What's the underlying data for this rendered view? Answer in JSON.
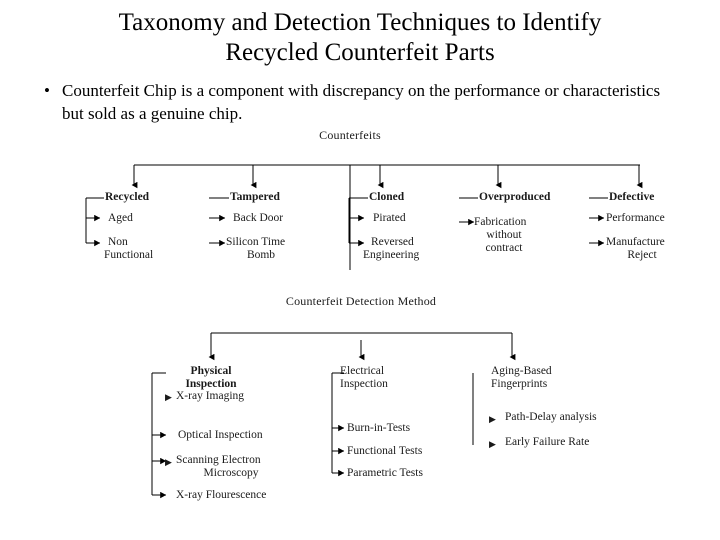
{
  "slide": {
    "title": "Taxonomy and Detection Techniques to Identify Recycled Counterfeit Parts",
    "title_line1": "Taxonomy and Detection Techniques to Identify",
    "title_line2": "Recycled Counterfeit Parts",
    "bullet_marker": "•",
    "bullet_text": "Counterfeit Chip is a component with discrepancy on the performance or characteristics but sold as a genuine chip.",
    "background_color": "#ffffff",
    "text_color": "#000000",
    "line_color": "#000000"
  },
  "diagram1": {
    "root": "Counterfeits",
    "branches": [
      {
        "head": "Recycled",
        "items": [
          "Aged",
          "Non Functional"
        ],
        "items_lines": [
          [
            "Aged"
          ],
          [
            "Non",
            "Functional"
          ]
        ]
      },
      {
        "head": "Tampered",
        "items": [
          "Back Door",
          "Silicon Time Bomb"
        ],
        "items_lines": [
          [
            "Back Door"
          ],
          [
            "Silicon Time",
            "Bomb"
          ]
        ]
      },
      {
        "head": "Cloned",
        "items": [
          "Pirated",
          "Reversed Engineering"
        ],
        "items_lines": [
          [
            "Pirated"
          ],
          [
            "Reversed",
            "Engineering"
          ]
        ]
      },
      {
        "head": "Overproduced",
        "items": [
          "Fabrication without contract"
        ],
        "items_lines": [
          [
            "Fabrication",
            "without",
            "contract"
          ]
        ]
      },
      {
        "head": "Defective",
        "items": [
          "Performance",
          "Manufacture Reject"
        ],
        "items_lines": [
          [
            "Performance"
          ],
          [
            "Manufacture",
            "Reject"
          ]
        ]
      }
    ]
  },
  "diagram2": {
    "root": "Counterfeit Detection Method",
    "branches": [
      {
        "head": "Physical Inspection",
        "head_lines": [
          "Physical",
          "Inspection"
        ],
        "items": [
          "X-ray Imaging",
          "Optical Inspection",
          "Scanning Electron Microscopy",
          "X-ray Flourescence"
        ],
        "items_lines": [
          [
            "X-ray Imaging"
          ],
          [
            "Optical Inspection"
          ],
          [
            "Scanning Electron",
            "Microscopy"
          ],
          [
            "X-ray Flourescence"
          ]
        ]
      },
      {
        "head": "Electrical Inspection",
        "head_lines": [
          "Electrical",
          "Inspection"
        ],
        "items": [
          "Burn-in-Tests",
          "Functional Tests",
          "Parametric Tests"
        ],
        "items_lines": [
          [
            "Burn-in-Tests"
          ],
          [
            "Functional Tests"
          ],
          [
            "Parametric Tests"
          ]
        ]
      },
      {
        "head": "Aging-Based Fingerprints",
        "head_lines": [
          "Aging-Based",
          "Fingerprints"
        ],
        "items": [
          "Path-Delay analysis",
          "Early Failure Rate"
        ],
        "items_lines": [
          [
            "Path-Delay analysis"
          ],
          [
            "Early Failure Rate"
          ]
        ]
      }
    ]
  }
}
